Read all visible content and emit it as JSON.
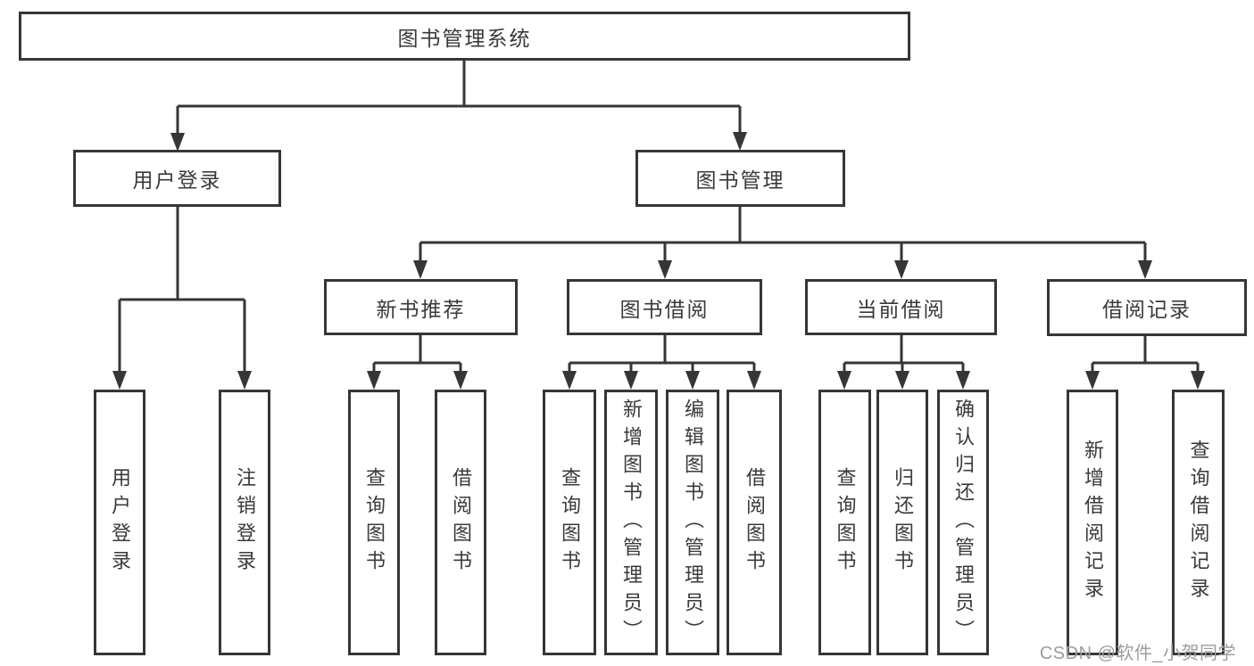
{
  "root": {
    "label": "图书管理系统"
  },
  "login": {
    "label": "用户登录",
    "children": {
      "userLogin": "用户登录",
      "logout": "注销登录"
    }
  },
  "management": {
    "label": "图书管理",
    "recommend": {
      "label": "新书推荐",
      "children": {
        "queryBook": "查询图书",
        "borrowBook": "借阅图书"
      }
    },
    "borrow": {
      "label": "图书借阅",
      "children": {
        "queryBook": "查询图书",
        "addBook": "新增图书（管理员）",
        "editBook": "编辑图书（管理员）",
        "borrowBook": "借阅图书"
      }
    },
    "current": {
      "label": "当前借阅",
      "children": {
        "queryBook": "查询图书",
        "returnBook": "归还图书",
        "confirmReturn": "确认归还（管理员）"
      }
    },
    "records": {
      "label": "借阅记录",
      "children": {
        "addRecord": "新增借阅记录",
        "queryRecord": "查询借阅记录"
      }
    }
  },
  "watermark": "CSDN @软件_小贺同学",
  "colors": {
    "line": "#363636",
    "boxBorder": "#363636",
    "text": "#3a3a3a",
    "watermark": "#9c9c9c",
    "background": "#ffffff"
  }
}
